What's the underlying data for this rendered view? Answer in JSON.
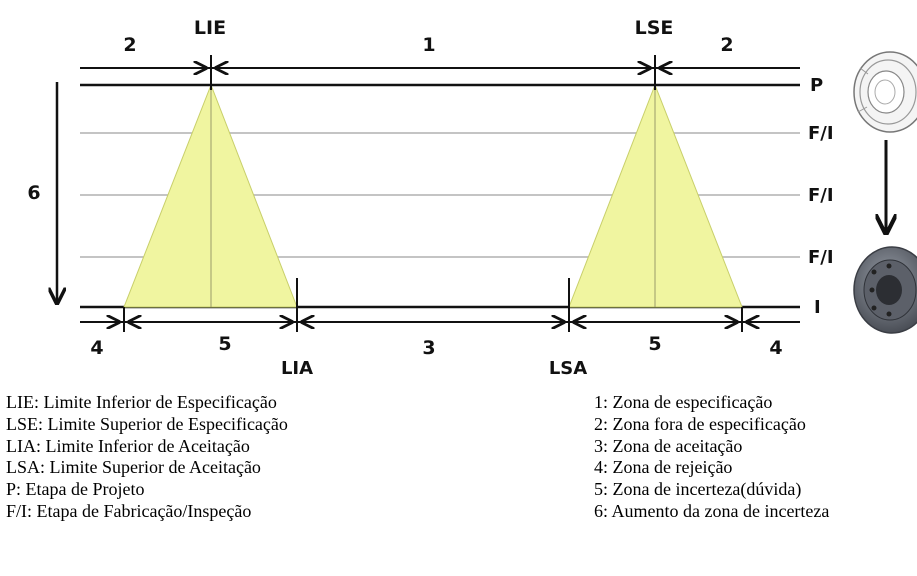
{
  "diagram": {
    "top_labels": {
      "lie": "LIE",
      "lse": "LSE",
      "zone_1": "1",
      "zone_2_left": "2",
      "zone_2_right": "2"
    },
    "bottom_labels": {
      "lia": "LIA",
      "lsa": "LSA",
      "zone_3": "3",
      "zone_4_left": "4",
      "zone_4_right": "4",
      "zone_5_left": "5",
      "zone_5_right": "5"
    },
    "stages": [
      "P",
      "F/I",
      "F/I",
      "F/I",
      "I"
    ],
    "uncertainty_growth": "6",
    "colors": {
      "triangle_fill": "#f0f5a0",
      "triangle_stroke": "#c8cf6a",
      "lines": "#111111",
      "grid": "#b0b0b0",
      "drum": "#6a6e78"
    },
    "icons": [
      "brake-drum-sketch-icon",
      "down-arrow-icon",
      "brake-drum-rendered-icon"
    ]
  },
  "legend_left": [
    "LIE: Limite Inferior de Especificação",
    "LSE: Limite Superior de Especificação",
    "LIA: Limite Inferior de Aceitação",
    "LSA: Limite Superior de Aceitação",
    "P: Etapa de Projeto",
    "F/I: Etapa de Fabricação/Inspeção"
  ],
  "legend_right": [
    "1: Zona de especificação",
    "2: Zona fora de especificação",
    "3: Zona de aceitação",
    "4: Zona de rejeição",
    "5: Zona de incerteza(dúvida)",
    "6: Aumento da zona de incerteza"
  ]
}
